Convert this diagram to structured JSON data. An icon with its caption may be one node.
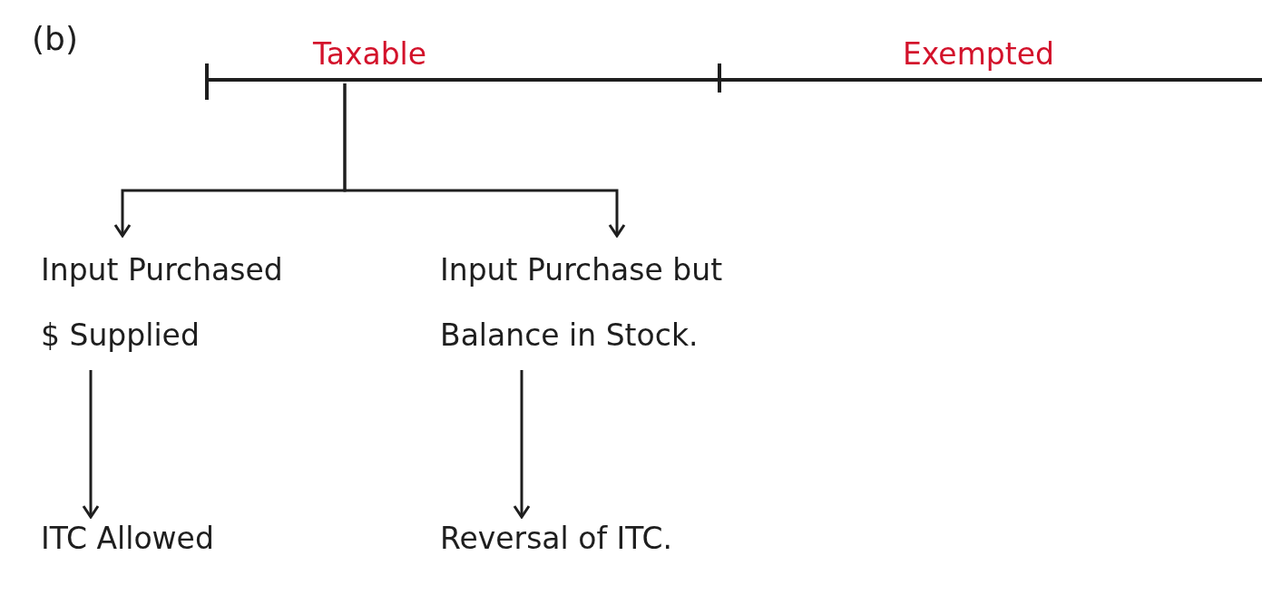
{
  "diagram": {
    "nodes": [
      {
        "text": [
          "Taxable"
        ]
      },
      {
        "text": [
          "Exempted"
        ]
      },
      {
        "text": [
          "Input Purchased $ Supplied"
        ]
      },
      {
        "text": [
          "Input Purchase but Balance in Stock."
        ]
      },
      {
        "text": [
          "ITC Allowed"
        ]
      },
      {
        "text": [
          "Reversal of ITC."
        ]
      }
    ],
    "edges": [
      {
        "from": 0,
        "to": 2,
        "arrow": "to"
      },
      {
        "from": 0,
        "to": 3,
        "arrow": "to"
      },
      {
        "from": 2,
        "to": 4,
        "arrow": "to"
      },
      {
        "from": 3,
        "to": 5,
        "arrow": "to"
      }
    ],
    "labels": [
      "(b)"
    ]
  }
}
